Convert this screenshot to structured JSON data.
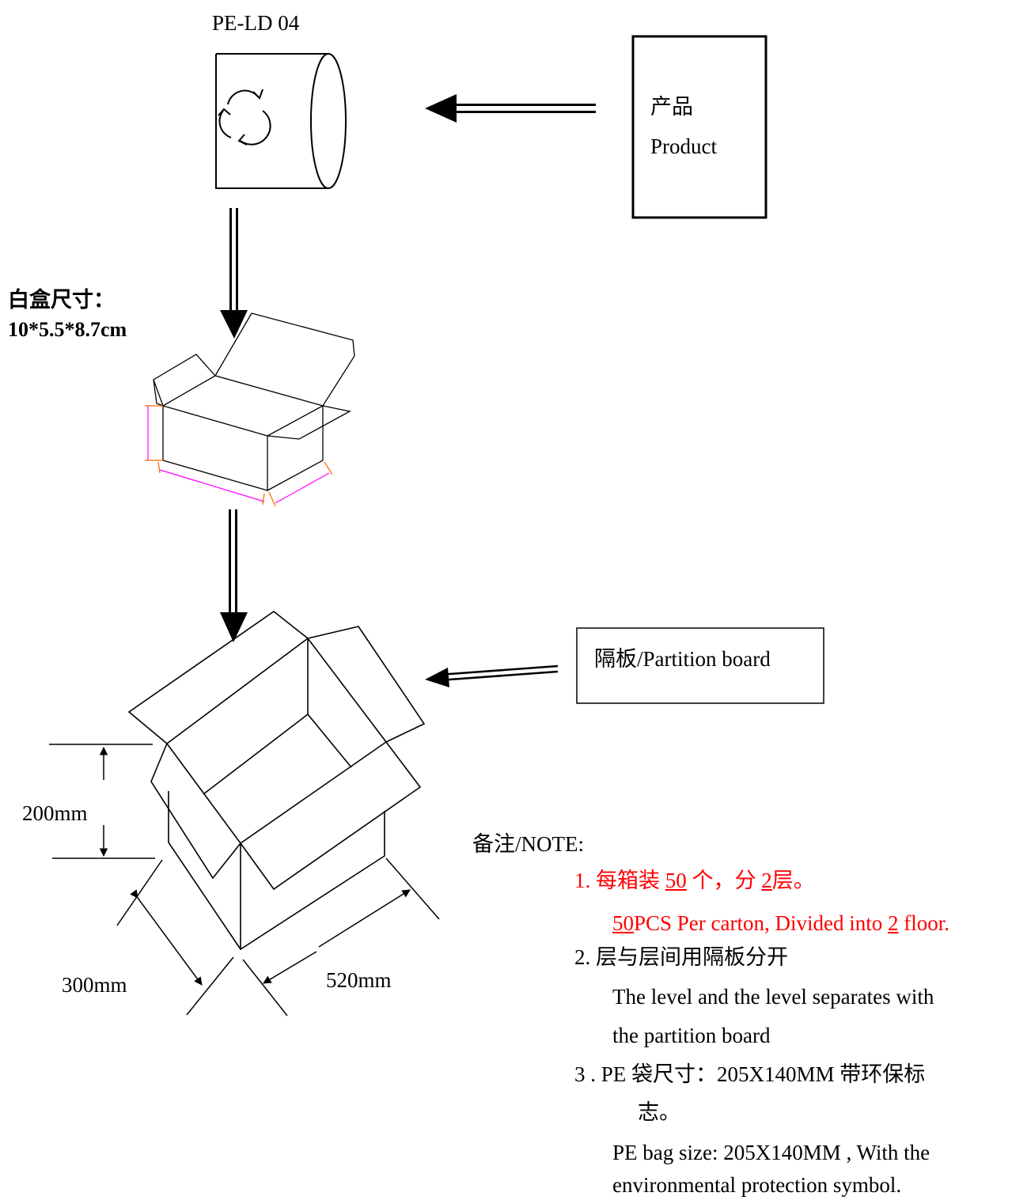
{
  "bag": {
    "label": "PE-LD 04"
  },
  "product": {
    "line1": "产品",
    "line2": "Product"
  },
  "white_box": {
    "label": "白盒尺寸：",
    "size": "10*5.5*8.7cm"
  },
  "partition": {
    "label": "隔板/Partition board"
  },
  "dimensions": {
    "height": "200mm",
    "width": "300mm",
    "length": "520mm"
  },
  "notes": {
    "heading": "备注/NOTE:",
    "item1": {
      "num": "1.",
      "cn_a": "每箱装",
      "cn_qty": "50",
      "cn_b": "个，分",
      "cn_layers": "2",
      "cn_c": "层。",
      "en_qty": "50",
      "en_a": "PCS Per carton, Divided into ",
      "en_layers": "2",
      "en_b": " floor."
    },
    "item2": {
      "num": "2.",
      "cn": "层与层间用隔板分开",
      "en1": "The level and the level separates with",
      "en2": "the partition board"
    },
    "item3": {
      "num": "3 .",
      "cn1": "PE 袋尺寸：205X140MM  带环保标",
      "cn2": "志。",
      "en1": "PE bag size: 205X140MM , With the",
      "en2": "environmental protection symbol."
    }
  },
  "colors": {
    "note_red": "#ff0000",
    "dim_magenta": "#ff00ff",
    "dim_orange": "#ff6600"
  }
}
